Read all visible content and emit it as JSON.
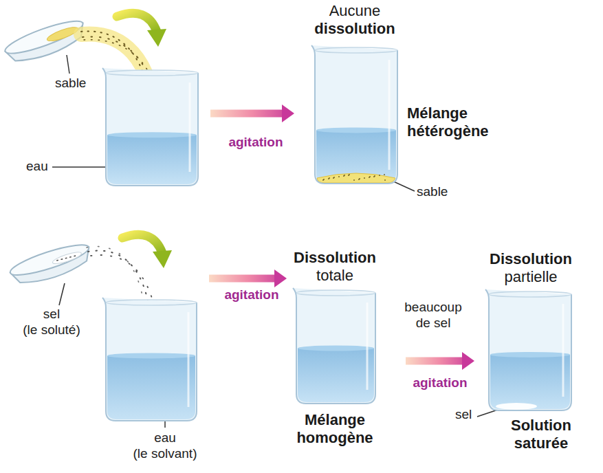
{
  "diagram": {
    "nodes": [
      {
        "text": [
          "eau"
        ]
      },
      {
        "text": [
          "Aucune dissolution",
          "Mélange hétérogène",
          "sable"
        ]
      },
      {
        "text": [
          "eau (le solvant)"
        ]
      },
      {
        "text": [
          "Dissolution totale",
          "Mélange homogène"
        ]
      },
      {
        "text": [
          "Dissolution partielle",
          "sel",
          "Solution saturée"
        ]
      }
    ],
    "edges": [
      {
        "from": 0,
        "to": 1,
        "arrow": "to",
        "label": "agitation"
      },
      {
        "from": 2,
        "to": 3,
        "arrow": "to",
        "label": "agitation"
      },
      {
        "from": 3,
        "to": 4,
        "arrow": "to",
        "label": "agitation"
      }
    ],
    "labels": [
      "sable",
      "sel (le soluté)",
      "beaucoup de sel"
    ]
  }
}
